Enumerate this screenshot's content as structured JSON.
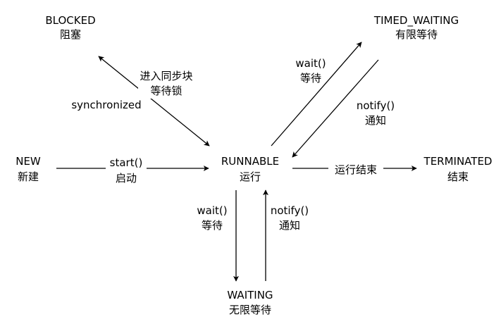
{
  "states": {
    "blocked": {
      "name": "BLOCKED",
      "zh": "阻塞"
    },
    "timed_waiting": {
      "name": "TIMED_WAITING",
      "zh": "有限等待"
    },
    "new": {
      "name": "NEW",
      "zh": "新建"
    },
    "runnable": {
      "name": "RUNNABLE",
      "zh": "运行"
    },
    "terminated": {
      "name": "TERMINATED",
      "zh": "结束"
    },
    "waiting": {
      "name": "WAITING",
      "zh": "无限等待"
    }
  },
  "transitions": {
    "enter_sync_block": {
      "line1": "进入同步块",
      "line2": "等待锁"
    },
    "synchronized": {
      "label": "synchronized"
    },
    "timed_wait": {
      "line1": "wait()",
      "line2": "等待"
    },
    "timed_notify": {
      "line1": "notify()",
      "line2": "通知"
    },
    "start": {
      "line1": "start()",
      "line2": "启动"
    },
    "run_end": {
      "label": "运行结束"
    },
    "wait": {
      "line1": "wait()",
      "line2": "等待"
    },
    "notify": {
      "line1": "notify()",
      "line2": "通知"
    }
  },
  "colors": {
    "stroke": "#000000",
    "text": "#000000",
    "background": "#ffffff"
  }
}
